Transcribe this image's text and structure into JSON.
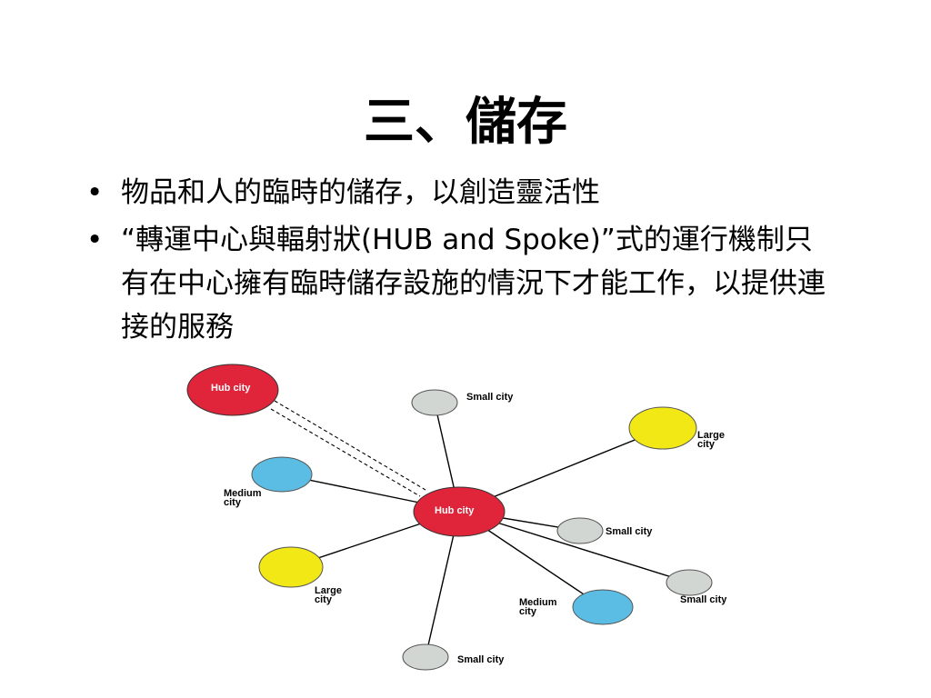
{
  "slide": {
    "title": "三、儲存",
    "bullets": [
      {
        "marker": "•",
        "text": "物品和人的臨時的儲存，以創造靈活性"
      },
      {
        "marker": "•",
        "text": " “轉運中心與輻射狀(HUB and Spoke)”式的運行機制只有在中心擁有臨時儲存設施的情況下才能工作，以提供連接的服務"
      }
    ]
  },
  "diagram": {
    "colors": {
      "hub": "#e0243a",
      "large": "#f2e816",
      "medium": "#5bbde4",
      "small": "#d2d6d2",
      "line": "#000000"
    },
    "nodes": {
      "hub_top": "Hub city",
      "hub_center": "Hub city",
      "small_top": "Small city",
      "large_right_1": "Large",
      "large_right_2": "city",
      "medium_left_1": "Medium",
      "medium_left_2": "city",
      "small_mid_right": "Small city",
      "large_left_1": "Large",
      "large_left_2": "city",
      "small_far_right": "Small city",
      "medium_bottom_1": "Medium",
      "medium_bottom_2": "city",
      "small_bottom": "Small city"
    }
  }
}
